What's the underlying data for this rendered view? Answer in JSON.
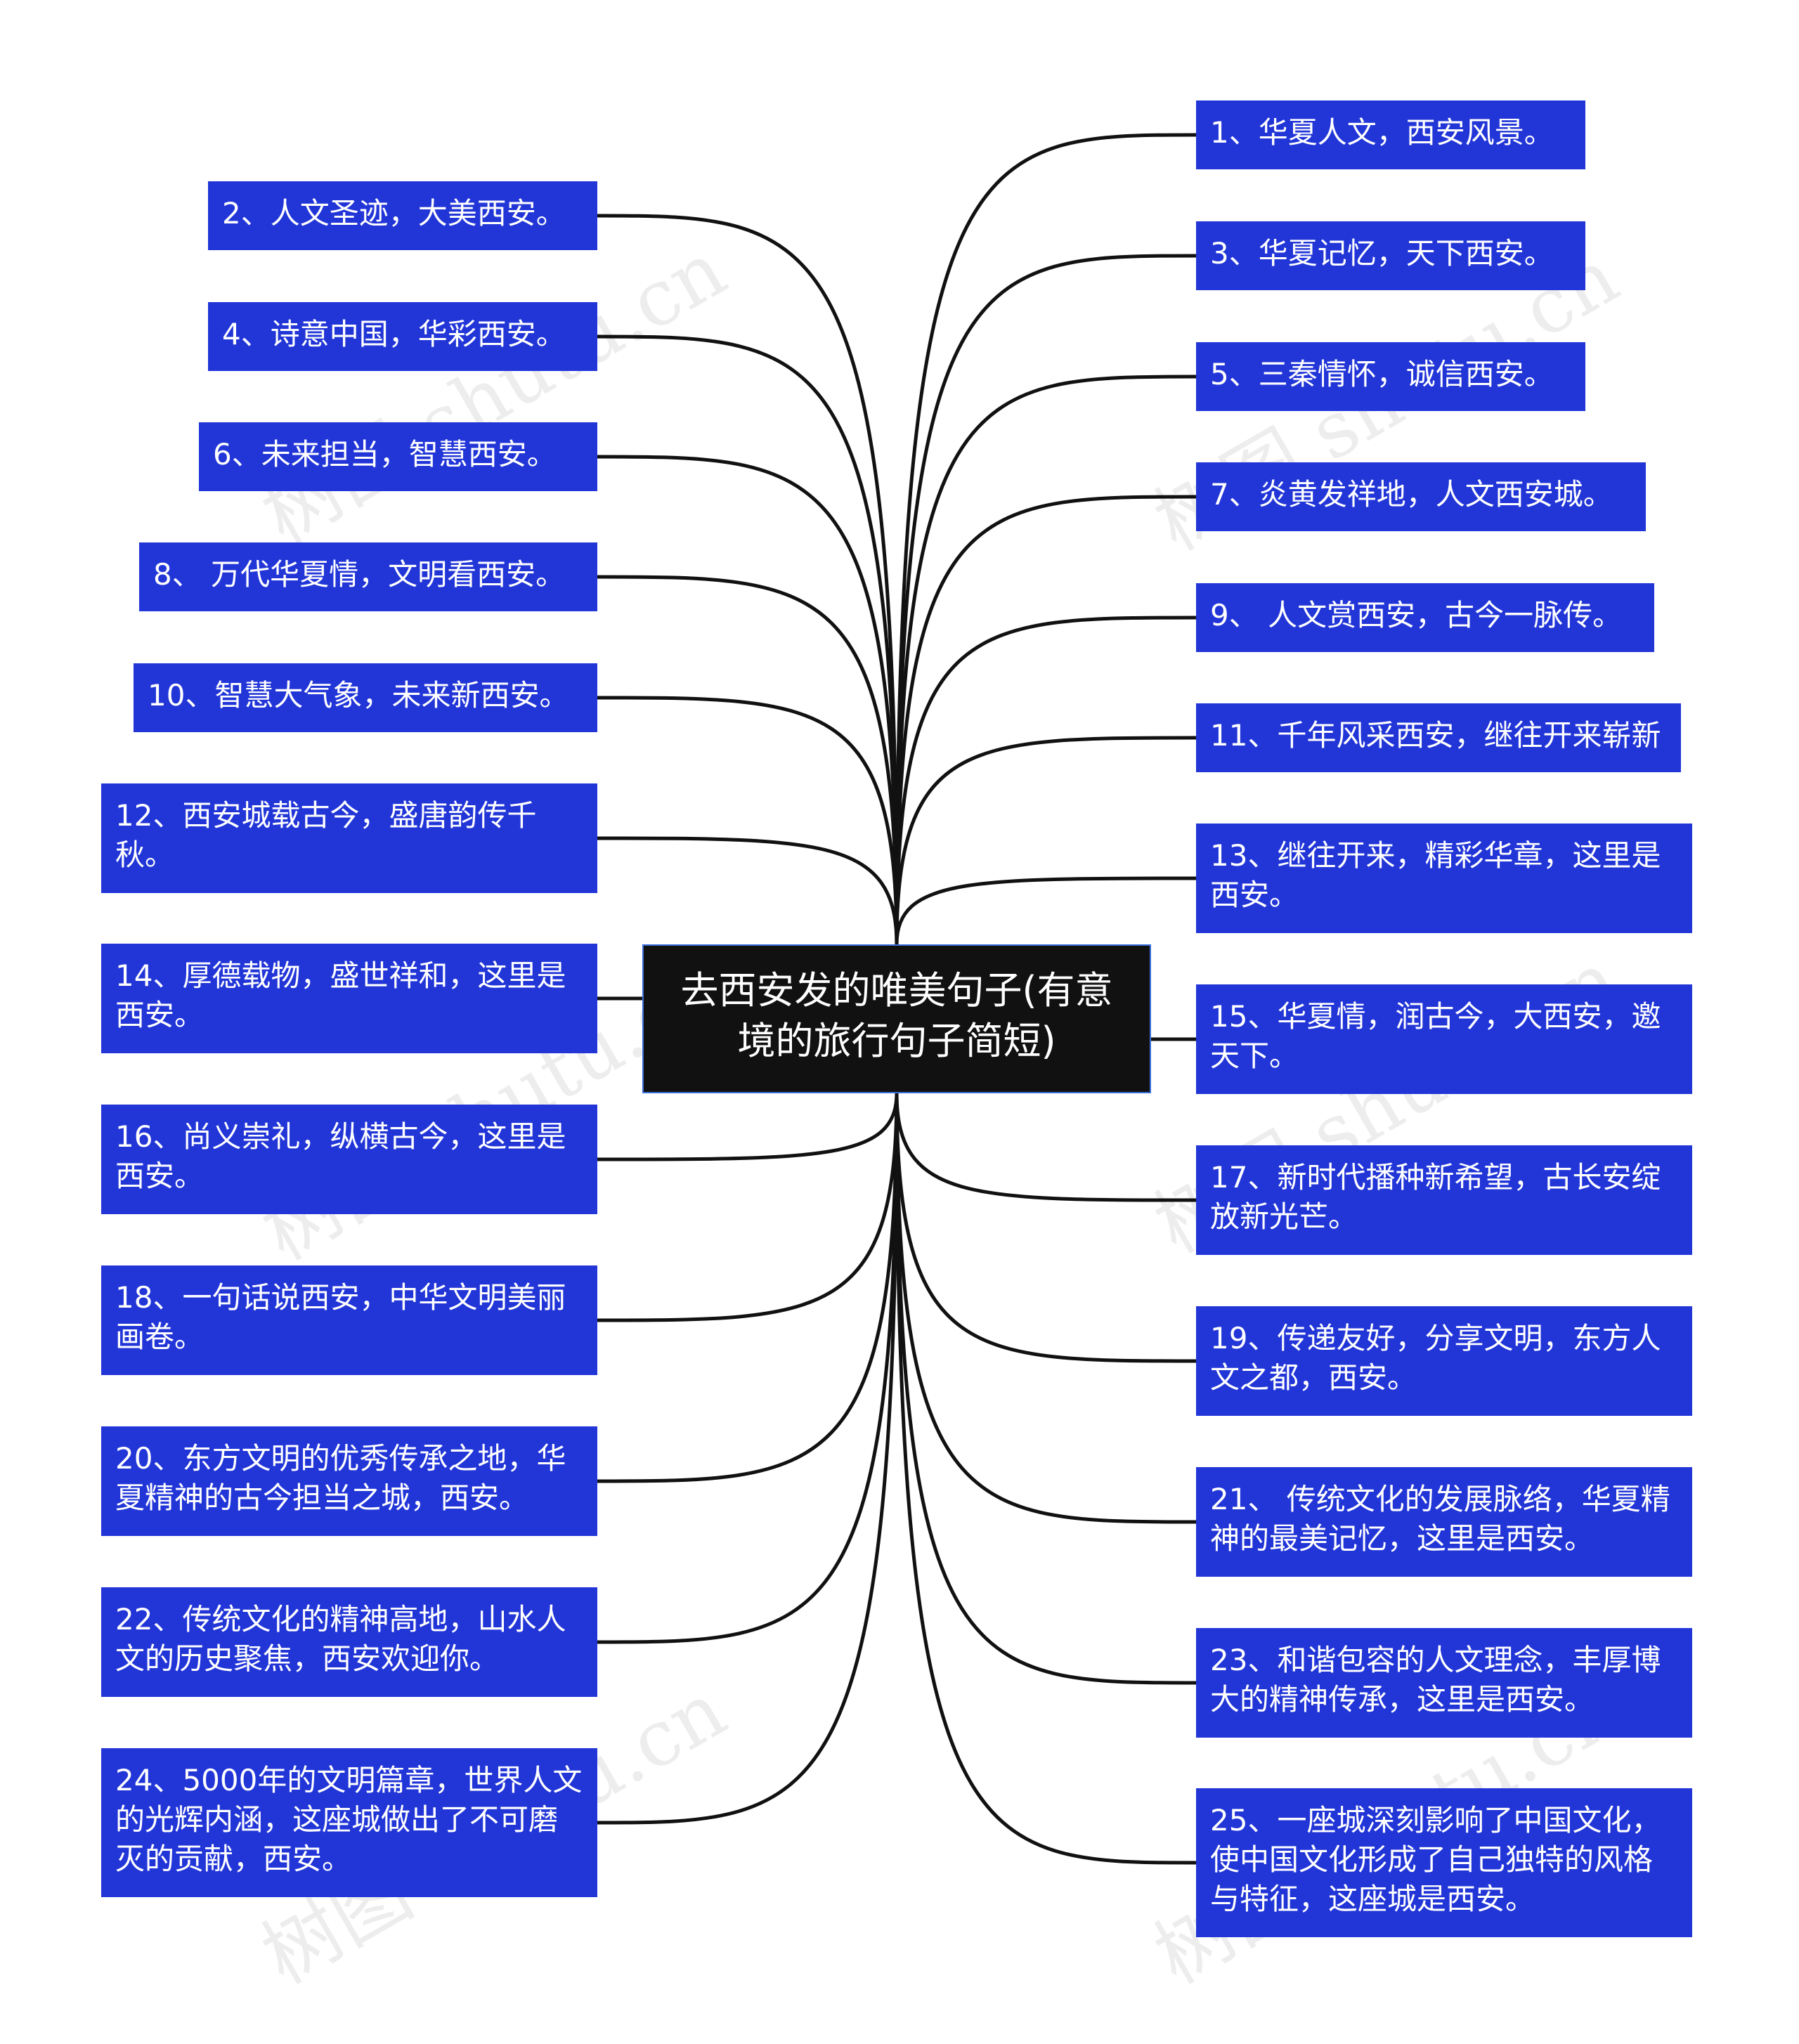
{
  "center": {
    "title": "去西安发的唯美句子(有意境的旅行句子简短)"
  },
  "line_color": "#111111",
  "node_color": "#2236d8",
  "center_color": "#111111",
  "left_nodes": [
    "2、人文圣迹，大美西安。",
    "4、诗意中国，华彩西安。",
    "6、未来担当，智慧西安。",
    "8、 万代华夏情，文明看西安。",
    "10、智慧大气象，未来新西安。",
    "12、西安城载古今，盛唐韵传千秋。",
    "14、厚德载物，盛世祥和，这里是西安。",
    "16、尚义崇礼，纵横古今，这里是西安。",
    "18、一句话说西安，中华文明美丽画卷。",
    "20、东方文明的优秀传承之地，华夏精神的古今担当之城，西安。",
    "22、传统文化的精神高地，山水人文的历史聚焦，西安欢迎你。",
    "24、5000年的文明篇章，世界人文的光辉内涵，这座城做出了不可磨灭的贡献，西安。"
  ],
  "right_nodes": [
    "1、华夏人文，西安风景。",
    "3、华夏记忆，天下西安。",
    "5、三秦情怀，诚信西安。",
    "7、炎黄发祥地，人文西安城。",
    "9、 人文赏西安，古今一脉传。",
    "11、千年风采西安，继往开来崭新",
    "13、继往开来，精彩华章，这里是西安。",
    "15、华夏情，润古今，大西安，邀天下。",
    "17、新时代播种新希望，古长安绽放新光芒。",
    "19、传递友好，分享文明，东方人文之都，西安。",
    "21、 传统文化的发展脉络，华夏精神的最美记忆，这里是西安。",
    "23、和谐包容的人文理念，丰厚博大的精神传承，这里是西安。",
    "25、一座城深刻影响了中国文化，使中国文化形成了自己独特的风格与特征，这座城是西安。"
  ],
  "watermarks": [
    "树图 shutu.cn",
    "树图 shutu.cn",
    "树图 shutu.cn",
    "树图 shutu.cn",
    "树图 shutu.cn",
    "树图 shutu.cn"
  ]
}
